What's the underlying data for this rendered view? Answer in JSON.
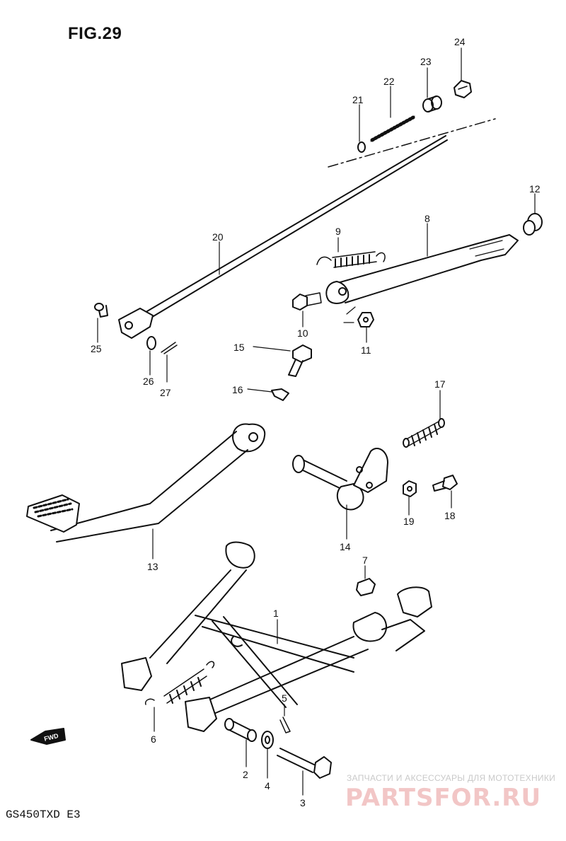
{
  "figure": {
    "title": "FIG.29",
    "model": "GS450TXD  E3",
    "fwd_label": "FWD"
  },
  "parts": [
    {
      "number": "1"
    },
    {
      "number": "2"
    },
    {
      "number": "3"
    },
    {
      "number": "4"
    },
    {
      "number": "5"
    },
    {
      "number": "6"
    },
    {
      "number": "7"
    },
    {
      "number": "8"
    },
    {
      "number": "9"
    },
    {
      "number": "10"
    },
    {
      "number": "11"
    },
    {
      "number": "12"
    },
    {
      "number": "13"
    },
    {
      "number": "14"
    },
    {
      "number": "15"
    },
    {
      "number": "16"
    },
    {
      "number": "17"
    },
    {
      "number": "18"
    },
    {
      "number": "19"
    },
    {
      "number": "20"
    },
    {
      "number": "21"
    },
    {
      "number": "22"
    },
    {
      "number": "23"
    },
    {
      "number": "24"
    },
    {
      "number": "25"
    },
    {
      "number": "26"
    },
    {
      "number": "27"
    }
  ],
  "watermark": {
    "line1": "ЗАПЧАСТИ И АКСЕССУАРЫ ДЛЯ МОТОТЕХНИКИ",
    "line2": "PARTSFOR.RU"
  },
  "colors": {
    "ink": "#111111",
    "watermark": "#f2c6c6"
  }
}
